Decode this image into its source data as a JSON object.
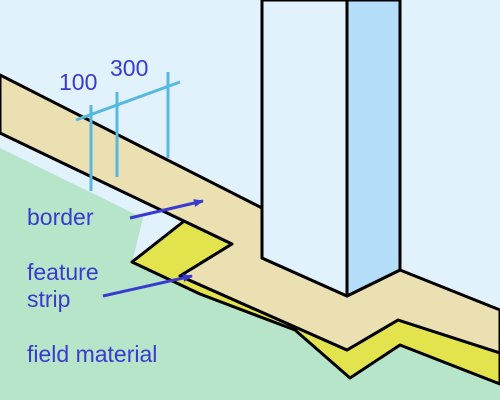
{
  "labels": {
    "dim_100": "100",
    "dim_300": "300",
    "border": "border",
    "feature_strip_line1": "feature",
    "feature_strip_line2": "strip",
    "field_material": "field material"
  },
  "colors": {
    "wall": "#e2f2fd",
    "border_fill": "#ebe0b2",
    "feature_strip_fill": "#e3e34d",
    "field_fill": "#b7e5c9",
    "column_side": "#b3ddf8",
    "column_front": "#e2f2fd",
    "outline": "#000000",
    "dimension_lines": "#57b9e2",
    "arrows_and_text": "#3a3acf"
  }
}
